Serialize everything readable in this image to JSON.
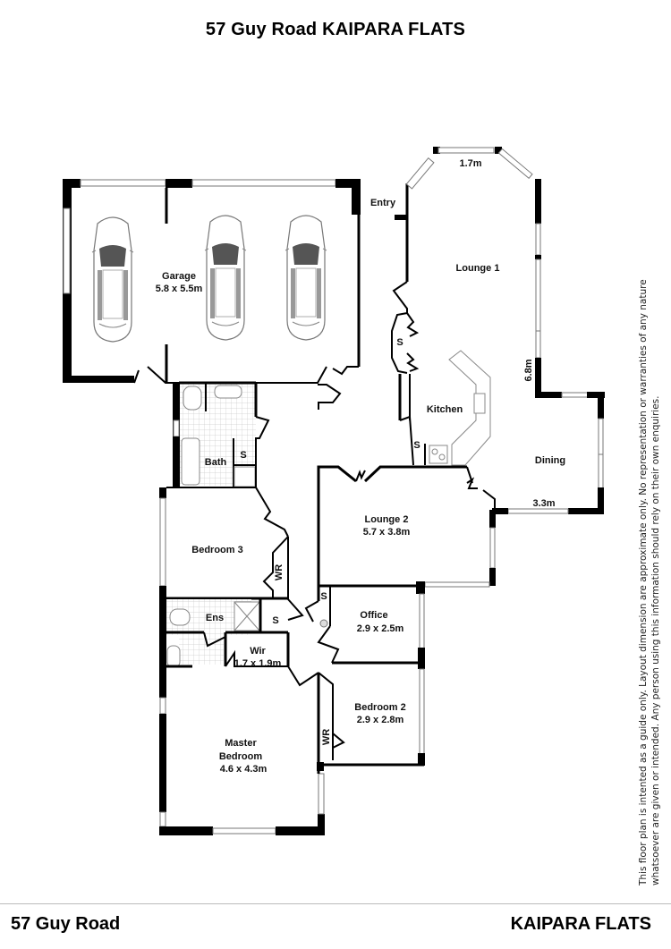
{
  "header": {
    "title": "57 Guy Road KAIPARA FLATS"
  },
  "rooms": {
    "garage": {
      "name": "Garage",
      "size": "5.8 x 5.5m"
    },
    "entry": {
      "name": "Entry"
    },
    "lounge1": {
      "name": "Lounge 1",
      "width_dim": "1.7m",
      "length_dim": "6.8m"
    },
    "kitchen": {
      "name": "Kitchen"
    },
    "dining": {
      "name": "Dining",
      "dim": "3.3m"
    },
    "bath": {
      "name": "Bath"
    },
    "bedroom3": {
      "name": "Bedroom 3"
    },
    "lounge2": {
      "name": "Lounge 2",
      "size": "5.7 x 3.8m"
    },
    "ens": {
      "name": "Ens"
    },
    "wir": {
      "name": "Wir",
      "size": "1.7 x 1.9m"
    },
    "office": {
      "name": "Office",
      "size": "2.9 x 2.5m"
    },
    "bedroom2": {
      "name": "Bedroom 2",
      "size": "2.9 x 2.8m"
    },
    "master": {
      "line1": "Master",
      "line2": "Bedroom",
      "size": "4.6 x 4.3m"
    },
    "storage_label": "S",
    "wardrobe_label": "WR"
  },
  "disclaimer": {
    "line1": "This floor plan is intented as a guide only. Layout dimension are approximate only. No representation or warranties of any nature",
    "line2": "whatsoever are given or intended. Any person using this information should rely on their own enquiries."
  },
  "footer": {
    "address": "57 Guy Road",
    "suburb": "KAIPARA FLATS"
  }
}
